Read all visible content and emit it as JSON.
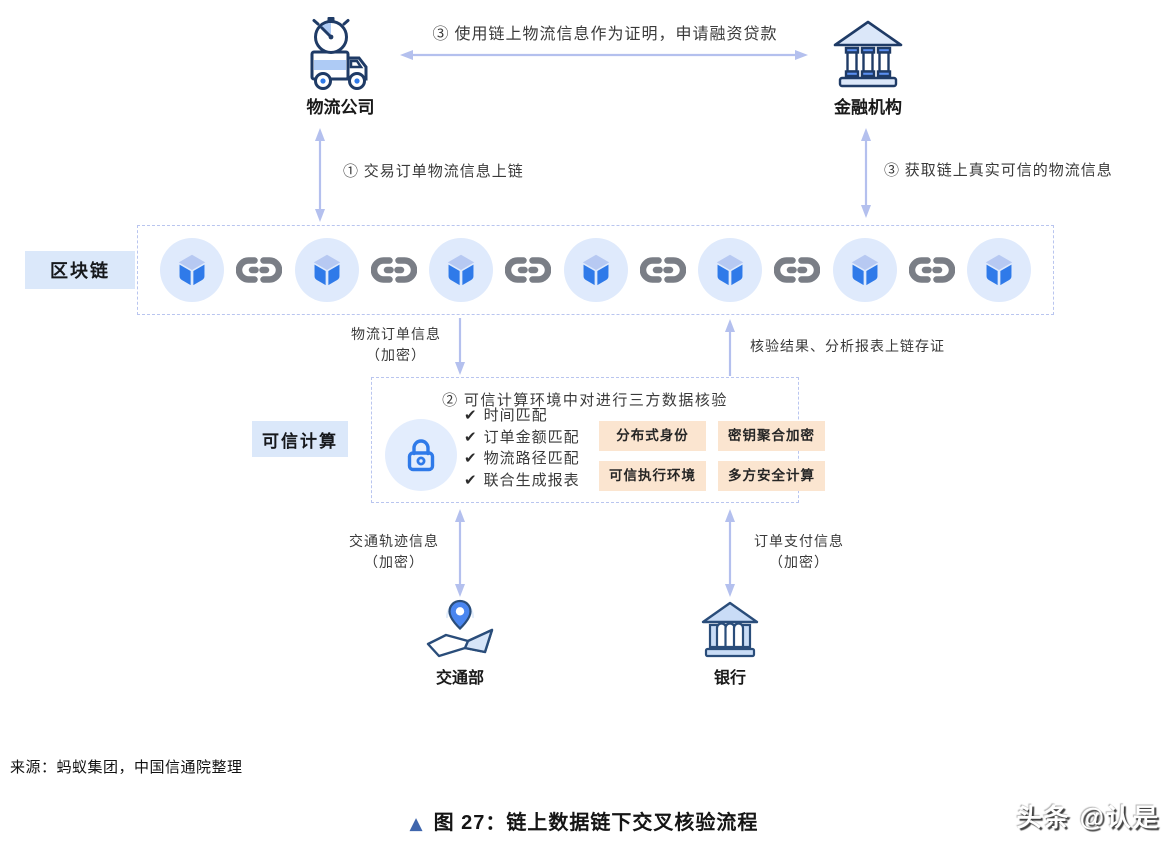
{
  "diagram": {
    "top": {
      "logistics_company": "物流公司",
      "financial_institution": "金融机构",
      "top_arrow_label": "③ 使用链上物流信息作为证明，申请融资贷款",
      "left_arrow_label": "① 交易订单物流信息上链",
      "right_arrow_label": "③ 获取链上真实可信的物流信息"
    },
    "blockchain": {
      "label": "区块链",
      "block_count": 7,
      "link_count": 6
    },
    "mid_arrows": {
      "down_label_line1": "物流订单信息",
      "down_label_line2": "（加密）",
      "up_label": "核验结果、分析报表上链存证"
    },
    "trusted_computing": {
      "label": "可信计算",
      "title": "② 可信计算环境中对进行三方数据核验",
      "check_glyph": "✔",
      "checks": [
        "时间匹配",
        "订单金额匹配",
        "物流路径匹配",
        "联合生成报表"
      ],
      "tags": [
        "分布式身份",
        "密钥聚合加密",
        "可信执行环境",
        "多方安全计算"
      ]
    },
    "bottom_arrows": {
      "left_line1": "交通轨迹信息",
      "left_line2": "（加密）",
      "right_line1": "订单支付信息",
      "right_line2": "（加密）"
    },
    "bottom": {
      "transport_ministry": "交通部",
      "bank": "银行"
    }
  },
  "footer": {
    "source": "来源：蚂蚁集团，中国信通院整理",
    "caption_marker": "▲",
    "caption": "图 27：链上数据链下交叉核验流程",
    "watermark": "头条 @认是"
  },
  "colors": {
    "accent_blue": "#2f7ae9",
    "light_blue_fill": "#dfeafc",
    "label_bg": "#dbe8fa",
    "tag_bg": "#fbe5d0",
    "arrow": "#b4c0ee",
    "link_gray": "#7a7e86",
    "icon_navy": "#1f3b66"
  }
}
